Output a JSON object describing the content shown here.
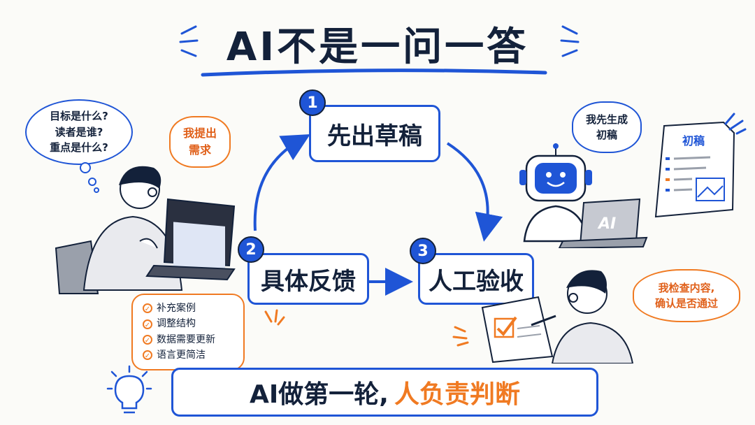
{
  "title": "AI不是一问一答",
  "steps": [
    {
      "num": "1",
      "label": "先出草稿"
    },
    {
      "num": "2",
      "label": "具体反馈"
    },
    {
      "num": "3",
      "label": "人工验收"
    }
  ],
  "thought_bubble": {
    "lines": [
      "目标是什么?",
      "读者是谁?",
      "重点是什么?"
    ]
  },
  "user_speech": {
    "text": "我提出\n需求"
  },
  "robot_speech": {
    "text": "我先生成\n初稿"
  },
  "draft_doc": {
    "title": "初稿"
  },
  "laptop_ai_label": "AI",
  "feedback_list": {
    "items": [
      "补充案例",
      "调整结构",
      "数据需要更新",
      "语言更简洁"
    ]
  },
  "reviewer_speech": {
    "text": "我检查内容,\n确认是否通过"
  },
  "banner": {
    "part1": "AI做第一轮,",
    "part2": "人负责判断"
  },
  "colors": {
    "blue": "#1f55d6",
    "orange": "#f07a22",
    "ink": "#13213a"
  }
}
